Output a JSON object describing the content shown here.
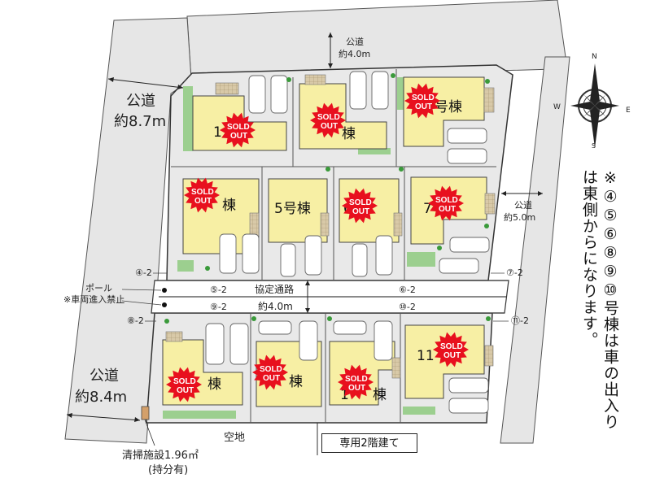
{
  "roads": {
    "top": {
      "name": "公道",
      "width": "約4.0m"
    },
    "left_top": {
      "name": "公道",
      "width": "約8.7m"
    },
    "right": {
      "name": "公道",
      "width": "約5.0m"
    },
    "left_bottom": {
      "name": "公道",
      "width": "約8.4m"
    },
    "private": {
      "name": "協定通路",
      "width": "約4.0m"
    }
  },
  "pole": {
    "line1": "ポール",
    "line2": "※車両進入禁止"
  },
  "easements": {
    "e4": "④-2",
    "e5": "⑤-2",
    "e6": "⑥-2",
    "e7": "⑦-2",
    "e8": "⑧-2",
    "e9": "⑨-2",
    "e10": "⑩-2",
    "e11": "⑪-2"
  },
  "units": {
    "u1": "1",
    "u2": "棟",
    "u3": "号棟",
    "u4": "棟",
    "u5": "5号棟",
    "u6": "6",
    "u7": "7",
    "u8": "棟",
    "u9": "棟",
    "u10": "1",
    "u10b": "棟",
    "u11": "11"
  },
  "sold_badge": {
    "line1": "SOLD",
    "line2": "OUT"
  },
  "vacant": "空地",
  "two_story": "専用2階建て",
  "cleaning": {
    "line1": "清掃施設1.96㎡",
    "line2": "(持分有)"
  },
  "note": "※④⑤⑥⑧⑨⑩号棟は車の出入りは東側からになります。",
  "compass": {
    "n": "N",
    "s": "S",
    "e": "E",
    "w": "W"
  },
  "colors": {
    "house": "#f7efa4",
    "sold": "#e8101e",
    "lawn": "#9ccf8f",
    "road": "#ffffff",
    "site": "#e9e9e9",
    "street": "#e6e6e6"
  }
}
